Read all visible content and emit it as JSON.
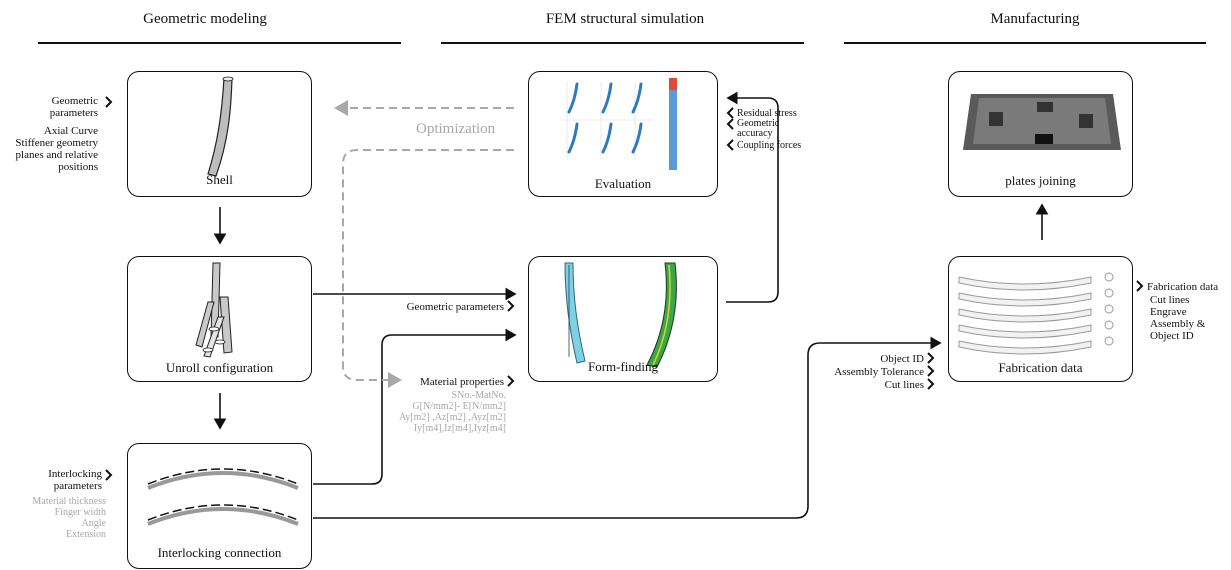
{
  "headers": {
    "geometric": "Geometric modeling",
    "fem": "FEM structural simulation",
    "manufacturing": "Manufacturing"
  },
  "boxes": {
    "shell": "Shell",
    "unroll": "Unroll configuration",
    "interlocking": "Interlocking connection",
    "evaluation": "Evaluation",
    "formfinding": "Form-finding",
    "plates": "plates joining",
    "fabrication": "Fabrication data"
  },
  "optimization": "Optimization",
  "geom_params": {
    "title": "Geometric\nparameters",
    "items": "Axial Curve\nStiffener geometry\nplanes and relative\npositions"
  },
  "interlock_params": {
    "title": "Interlocking\nparameters",
    "items": "Material thickness\nFinger width\nAngle\nExtension"
  },
  "eval_outputs": [
    "Residual stress",
    "Geometric\naccuracy",
    "Coupling forces"
  ],
  "ff_inputs": {
    "geometric": "Geometric parameters",
    "material": "Material properties",
    "material_list": "SNo.-MatNo.\nG[N/mm2]- E[N/mm2]\nAy[m2] ,Az[m2] ,Ayz[m2]\nIy[m4],Iz[m4],Iyz[m4]"
  },
  "fab_inputs": [
    "Object ID",
    "Assembly Tolerance",
    "Cut lines"
  ],
  "fab_outputs": {
    "title": "Fabrication data",
    "items": "Cut lines\nEngrave\nAssembly &\nObject ID"
  },
  "colors": {
    "line": "#111111",
    "dashed": "#a8a8a8",
    "eval_blue": "#2f78c4",
    "ff_cyan": "#7fd0e0",
    "ff_green": "#3aa84a",
    "plate_dark": "#3a3a3a"
  }
}
